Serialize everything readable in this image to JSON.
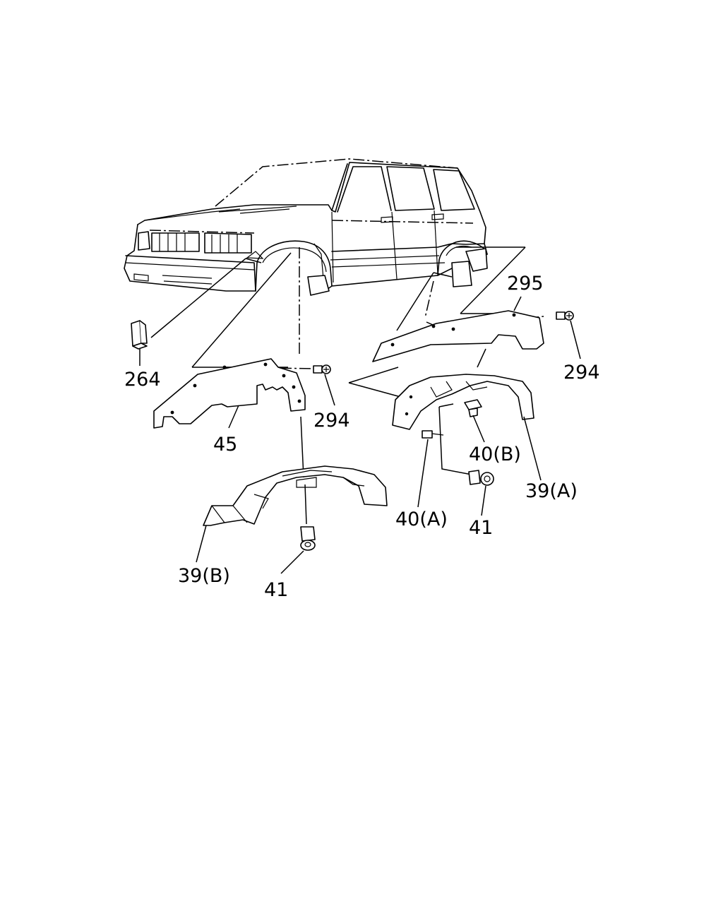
{
  "diagram": {
    "callouts": {
      "c295": "295",
      "c294_right": "294",
      "c294_left": "294",
      "c264": "264",
      "c45": "45",
      "c40b": "40(B)",
      "c39a": "39(A)",
      "c40a": "40(A)",
      "c41_right": "41",
      "c39b": "39(B)",
      "c41_left": "41"
    },
    "colors": {
      "line": "#000000",
      "background": "#ffffff"
    }
  }
}
